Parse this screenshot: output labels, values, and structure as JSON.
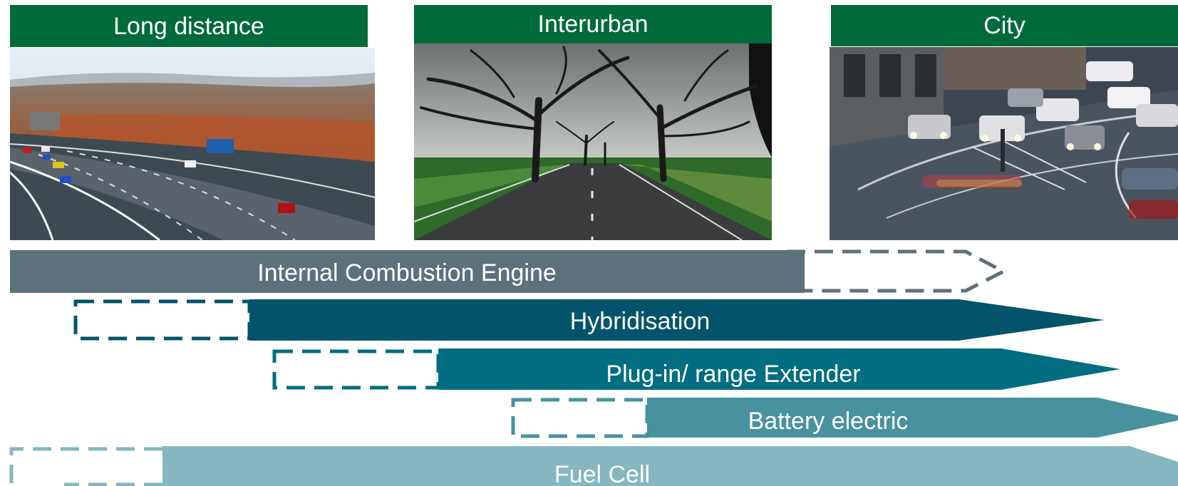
{
  "contexts": [
    {
      "label": "Long distance",
      "image": "highway-image"
    },
    {
      "label": "Interurban",
      "image": "tree-lined-road-image"
    },
    {
      "label": "City",
      "image": "city-traffic-image"
    }
  ],
  "technologies": [
    {
      "label": "Internal Combustion Engine",
      "color": "#5d717b",
      "dash_color": "#5d717b"
    },
    {
      "label": "Hybridisation",
      "color": "#03546a",
      "dash_color": "#03546a"
    },
    {
      "label": "Plug-in/ range Extender",
      "color": "#006e80",
      "dash_color": "#006e80"
    },
    {
      "label": "Battery electric",
      "color": "#48929f",
      "dash_color": "#48929f"
    },
    {
      "label": "Fuel Cell",
      "color": "#86b6bf",
      "dash_color": "#86b6bf"
    }
  ],
  "colors": {
    "header_green": "#006b3a"
  }
}
